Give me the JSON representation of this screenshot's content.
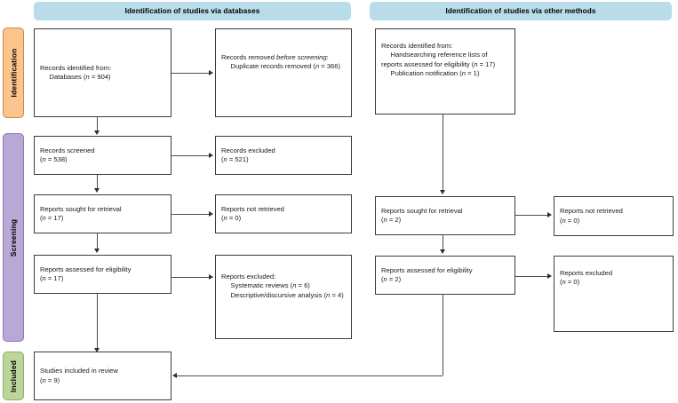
{
  "diagram": {
    "type": "PRISMA 2020 flow diagram",
    "colors": {
      "header_banner": "#b8dce8",
      "identification_label": "#fbc58d",
      "screening_label": "#b9a7d6",
      "included_label": "#bdd59b",
      "box_border": "#3c3c3c",
      "connector": "#4d4d4d",
      "text": "#1a1a1a"
    },
    "column_headers": [
      {
        "id": "databases",
        "label": "Identification of studies via databases"
      },
      {
        "id": "other-methods",
        "label": "Identification of studies via other methods"
      }
    ],
    "stage_labels": [
      {
        "id": "identification",
        "label": "Identification"
      },
      {
        "id": "screening",
        "label": "Screening"
      },
      {
        "id": "included",
        "label": "Included"
      }
    ],
    "nodes": {
      "records_identified_databases": {
        "lines": [
          {
            "text": "Records identified from:",
            "indent": 0
          },
          {
            "text": "Databases (",
            "italic": "n",
            "tail": " = 904)",
            "indent": 1
          }
        ],
        "plain": "Records identified from:\n    Databases (n = 904)",
        "count": 904
      },
      "records_removed_before_screening": {
        "plain": "Records removed before screening:\n    Duplicate records removed (n = 366)",
        "count": 366
      },
      "records_screened": {
        "plain": "Records screened\n(n = 538)",
        "count": 538
      },
      "records_excluded": {
        "plain": "Records excluded\n(n = 521)",
        "count": 521
      },
      "reports_sought_left": {
        "plain": "Reports sought for retrieval\n(n = 17)",
        "count": 17
      },
      "reports_not_retrieved_left": {
        "plain": "Reports not retrieved\n(n = 0)",
        "count": 0
      },
      "reports_assessed_left": {
        "plain": "Reports assessed for eligibility\n(n = 17)",
        "count": 17
      },
      "reports_excluded_left": {
        "plain": "Reports excluded:\n    Systematic reviews (n = 6)\n    Descriptive/discursive analysis (n = 4)",
        "reasons": [
          {
            "label": "Systematic reviews",
            "count": 6
          },
          {
            "label": "Descriptive/discursive analysis",
            "count": 4
          }
        ]
      },
      "records_identified_other": {
        "plain": "Records identified from:\n    Handsearching reference lists of reports assessed for eligibility (n = 17)\n    Publication notification (n = 1)",
        "sources": [
          {
            "label": "Handsearching reference lists of reports assessed for eligibility",
            "count": 17
          },
          {
            "label": "Publication notification",
            "count": 1
          }
        ]
      },
      "reports_sought_right": {
        "plain": "Reports sought for retrieval\n(n = 2)",
        "count": 2
      },
      "reports_not_retrieved_right": {
        "plain": "Reports not retrieved\n(n = 0)",
        "count": 0
      },
      "reports_assessed_right": {
        "plain": "Reports assessed for eligibility\n(n = 2)",
        "count": 2
      },
      "reports_excluded_right": {
        "plain": "Reports excluded\n(n = 0)",
        "count": 0
      },
      "studies_included": {
        "plain": "Studies included in review\n(n = 9)",
        "count": 9
      }
    }
  }
}
